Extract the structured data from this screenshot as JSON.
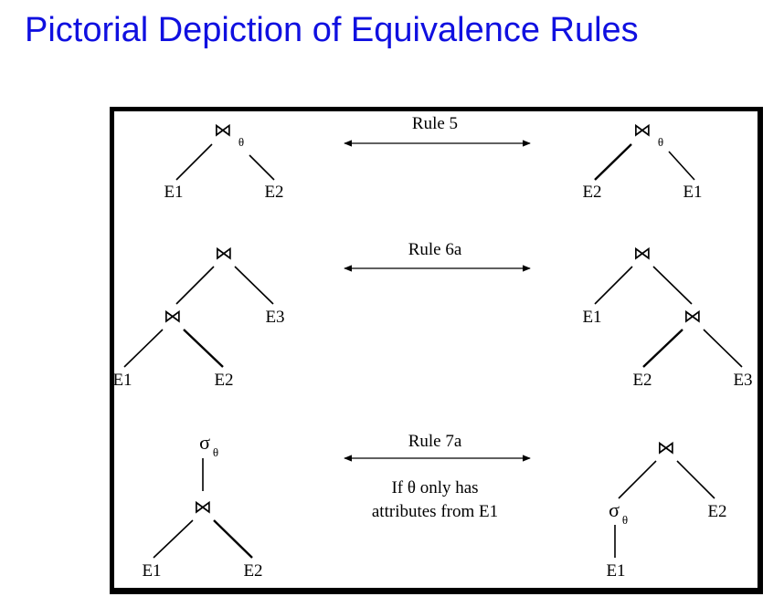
{
  "title": "Pictorial Depiction of Equivalence Rules",
  "symbols": {
    "join": "⋈",
    "select": "σ",
    "theta": "θ"
  },
  "rules": [
    {
      "label": "Rule 5",
      "note": []
    },
    {
      "label": "Rule 6a",
      "note": []
    },
    {
      "label": "Rule 7a",
      "note": [
        "If θ only has",
        "attributes from E1"
      ]
    }
  ],
  "trees": {
    "r5_left": {
      "leaves": [
        "E1",
        "E2"
      ]
    },
    "r5_right": {
      "leaves": [
        "E2",
        "E1"
      ]
    },
    "r6_left": {
      "leaves": [
        "E1",
        "E2",
        "E3"
      ]
    },
    "r6_right": {
      "leaves": [
        "E1",
        "E2",
        "E3"
      ]
    },
    "r7_left": {
      "leaves": [
        "E1",
        "E2"
      ]
    },
    "r7_right": {
      "leaves": [
        "E1",
        "E2"
      ]
    }
  }
}
